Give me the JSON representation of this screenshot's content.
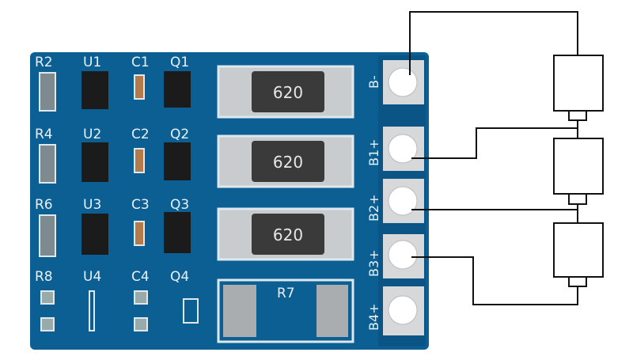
{
  "board": {
    "color": "#0a5c8f",
    "left_column_labels": {
      "resistors": [
        "R2",
        "R4",
        "R6",
        "R8"
      ],
      "ics": [
        "U1",
        "U2",
        "U3",
        "U4"
      ],
      "capacitors": [
        "C1",
        "C2",
        "C3",
        "C4"
      ],
      "transistors": [
        "Q1",
        "Q2",
        "Q3",
        "Q4"
      ]
    },
    "power_resistors": [
      "620",
      "620",
      "620"
    ],
    "r7_label": "R7",
    "pad_labels": [
      "B-",
      "B1+",
      "B2+",
      "B3+",
      "B4+"
    ]
  },
  "wiring": {
    "cells": 3
  }
}
